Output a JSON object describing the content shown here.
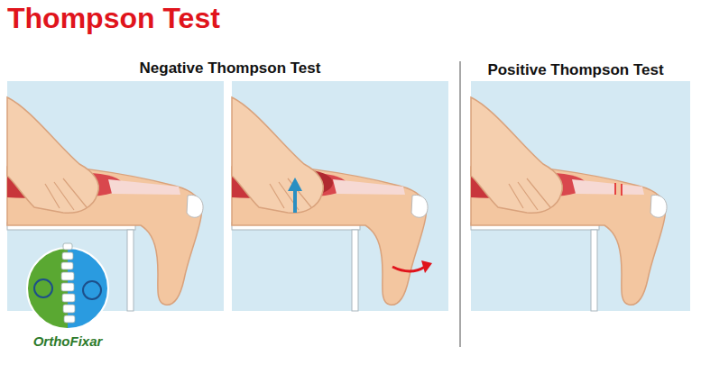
{
  "diagram": {
    "title": "Thompson Test",
    "labels": [
      "Negative Thompson Test",
      "Positive Thompson Test",
      "OrthoFixar"
    ]
  }
}
